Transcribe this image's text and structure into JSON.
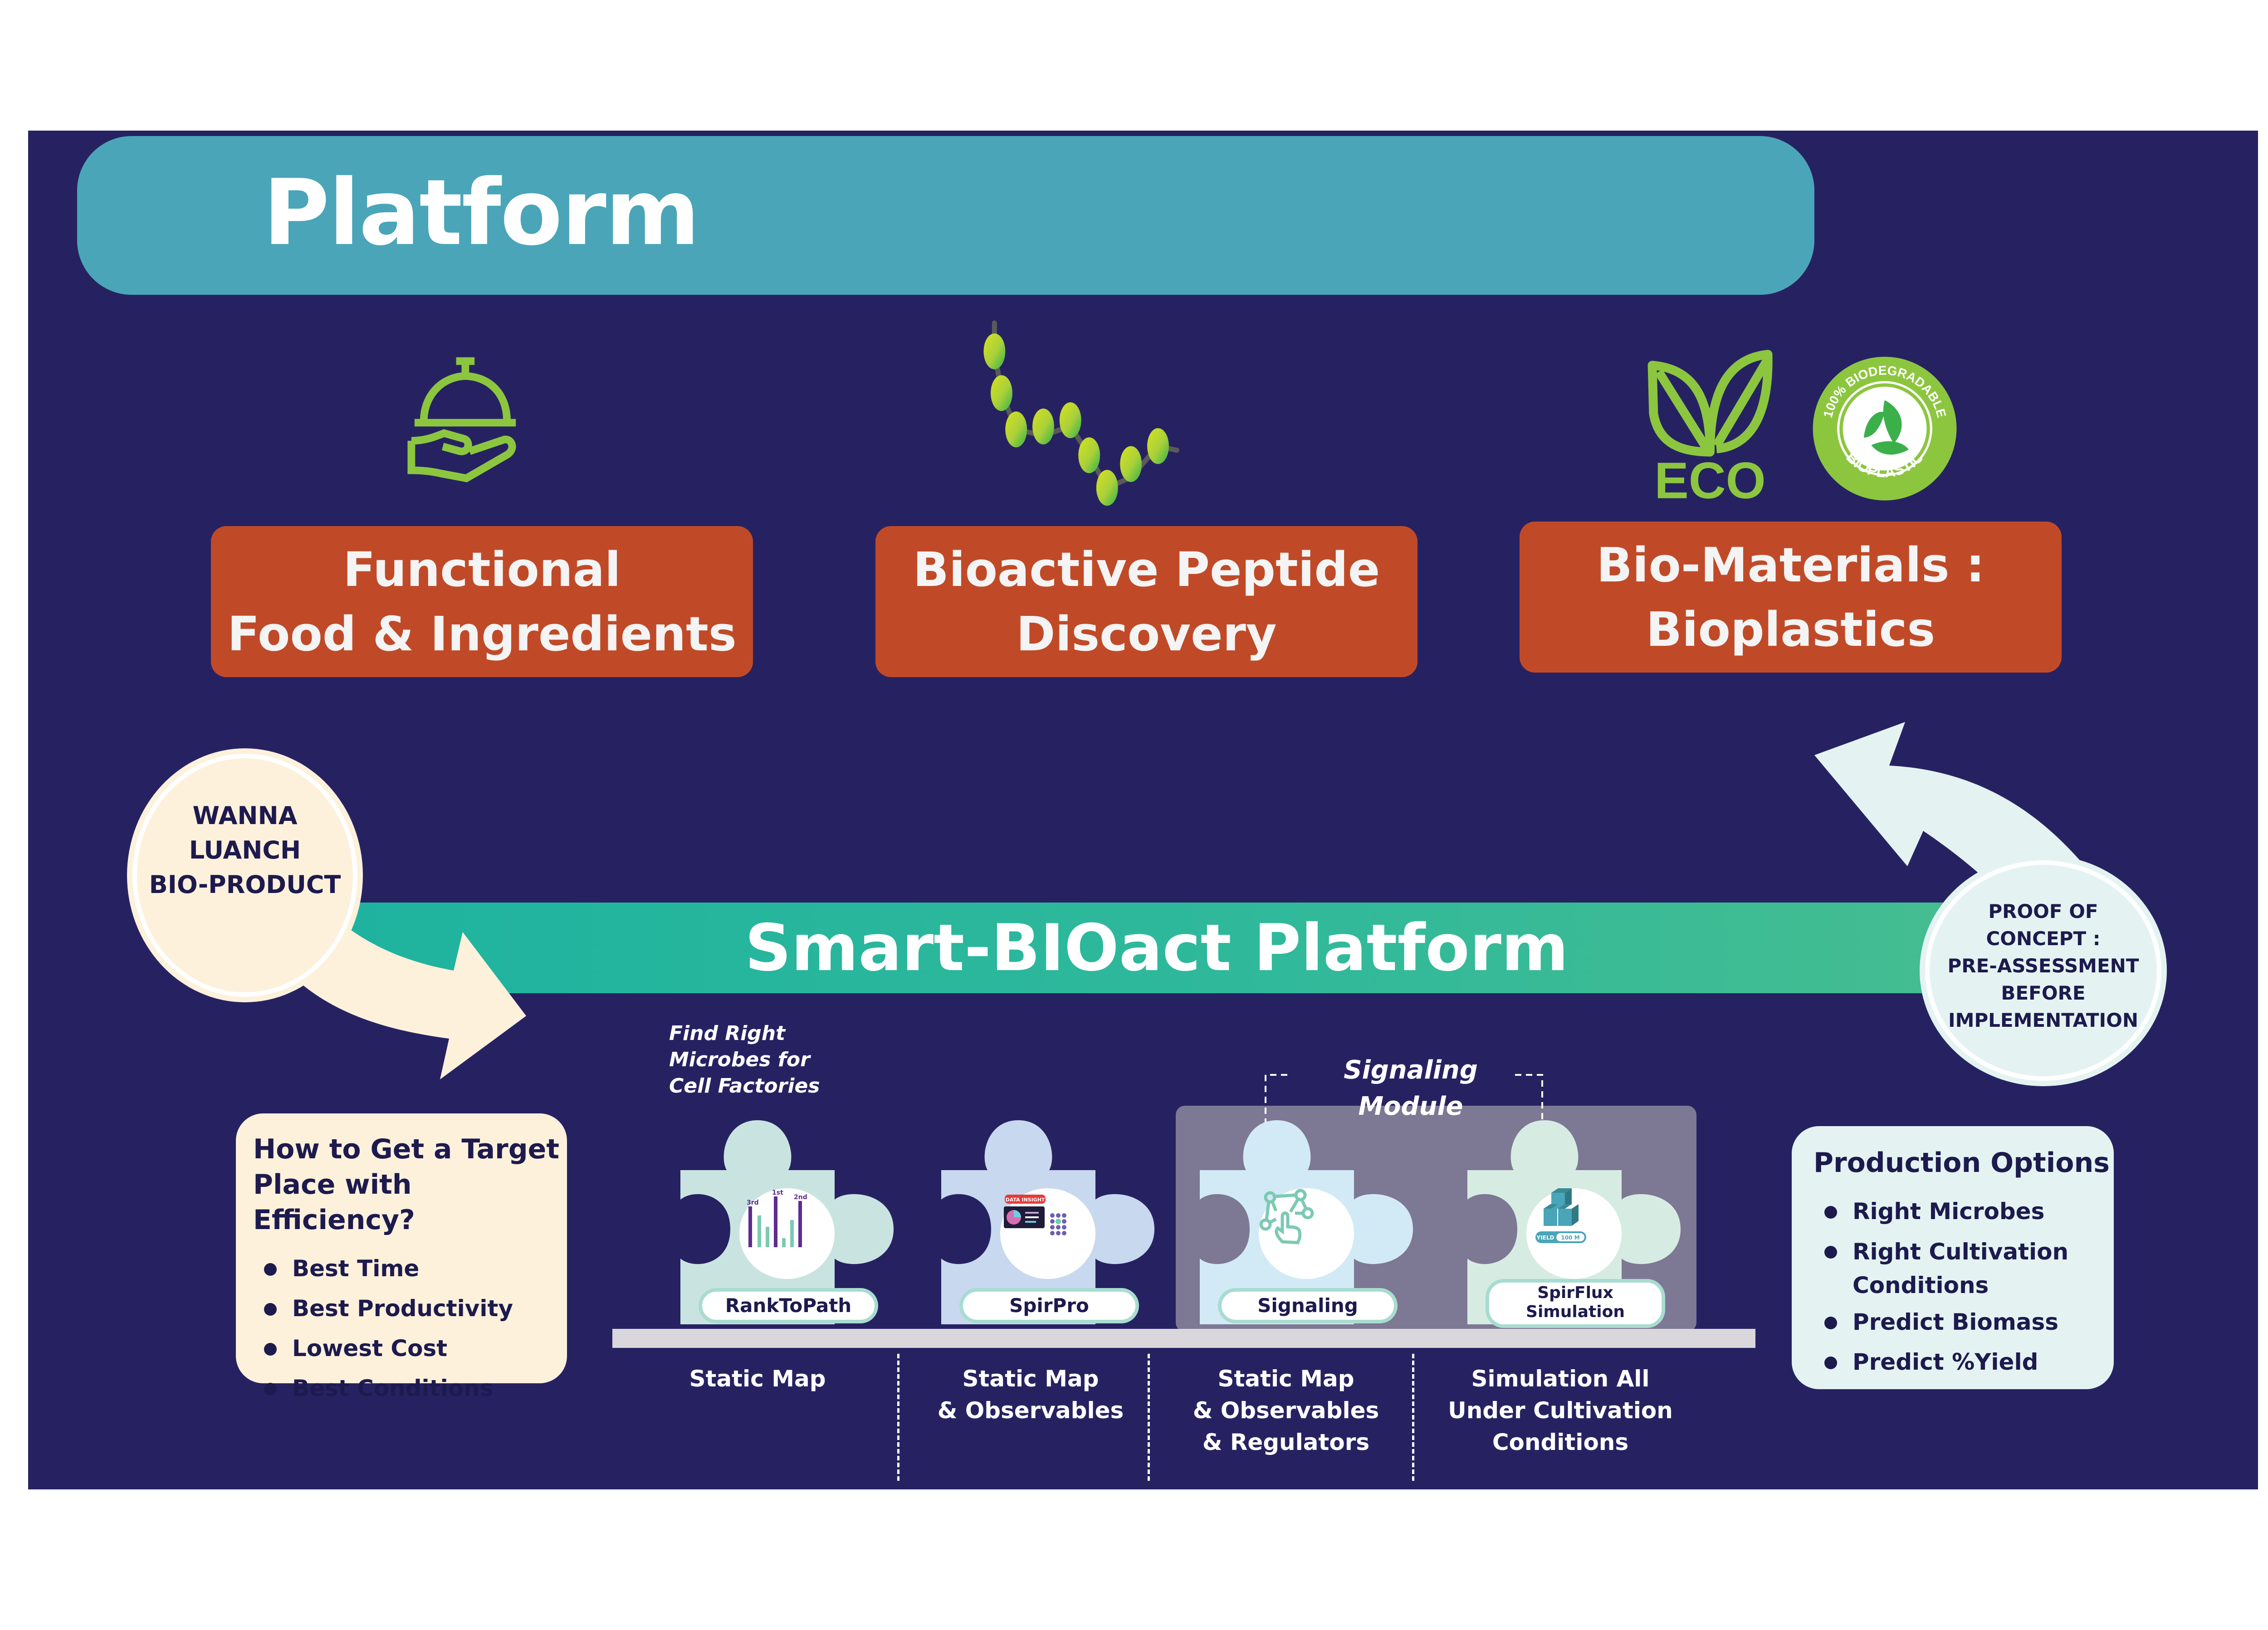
{
  "header": {
    "title": "Platform"
  },
  "applications": [
    {
      "line1": "Functional",
      "line2": "Food & Ingredients",
      "icon": "serving-cloche-icon"
    },
    {
      "line1": "Bioactive Peptide",
      "line2": "Discovery",
      "icon": "peptide-chain-icon"
    },
    {
      "line1": "Bio-Materials :",
      "line2": "Bioplastics",
      "icon": "eco-leaves-icon"
    }
  ],
  "eco_badge": {
    "word": "ECO",
    "ring_top": "100% BIODEGRADABLE",
    "ring_bottom": "BIOPLASTIC"
  },
  "platform_band": {
    "title": "Smart-BIOact Platform"
  },
  "start_bubble": {
    "lines": [
      "WANNA",
      "LUANCH",
      "BIO-PRODUCT"
    ]
  },
  "end_bubble": {
    "lines": [
      "PROOF OF",
      "CONCEPT :",
      "PRE-ASSESSMENT",
      "BEFORE",
      "IMPLEMENTATION"
    ]
  },
  "target_box": {
    "title_line1": "How to Get a Target",
    "title_line2": "Place with Efficiency?",
    "items": [
      "Best Time",
      "Best Productivity",
      "Lowest Cost",
      "Best Conditions"
    ]
  },
  "production_box": {
    "title": "Production Options",
    "items": [
      "Right Microbes",
      "Right Cultivation Conditions",
      "Predict Biomass",
      "Predict %Yield"
    ]
  },
  "find_note": {
    "lines": [
      "Find Right",
      "Microbes for",
      "Cell Factories"
    ]
  },
  "signaling_module": {
    "title": "Signaling Module"
  },
  "modules": [
    {
      "name": "RankToPath",
      "color": "#c9e4e0",
      "icon": "ranked-bar-chart-icon",
      "ranks": [
        "3rd",
        "1st",
        "2nd"
      ]
    },
    {
      "name": "SpirPro",
      "color": "#c8d8ef",
      "icon": "data-insight-icon",
      "badge": "DATA INSIGHT"
    },
    {
      "name": "Signaling",
      "color": "#d2eaf6",
      "icon": "network-touch-icon"
    },
    {
      "name": "SpirFlux",
      "name2": "Simulation",
      "color": "#d6ece2",
      "icon": "yield-cubes-icon",
      "yield_label": "YIELD",
      "yield_value": "100 M"
    }
  ],
  "columns": [
    {
      "lines": [
        "Static Map"
      ]
    },
    {
      "lines": [
        "Static Map",
        "& Observables"
      ]
    },
    {
      "lines": [
        "Static Map",
        "& Observables",
        "& Regulators"
      ]
    },
    {
      "lines": [
        "Simulation All",
        "Under Cultivation",
        "Conditions"
      ]
    }
  ],
  "colors": {
    "background": "#262262",
    "header": "#4aa5b8",
    "app_box": "#c04a28",
    "band": "#1eb39f",
    "accent_green": "#8cc63f",
    "cream": "#fdf1dc",
    "ice": "#e4f3f2",
    "text_dark": "#1d1a4e"
  }
}
